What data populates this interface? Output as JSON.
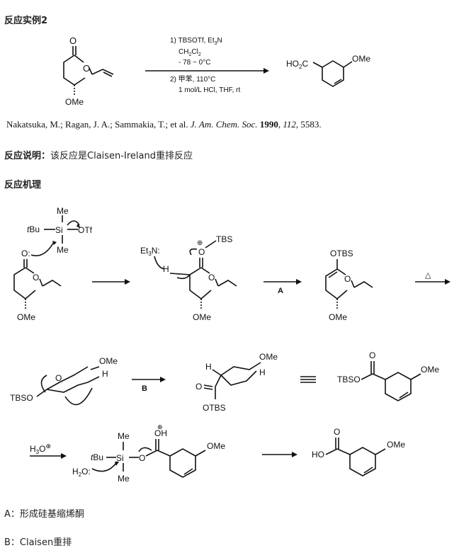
{
  "title1": "反应实例2",
  "conditions": {
    "step1": "1) TBSOTf, Et",
    "step1_sub": "3",
    "step1_tail": "N",
    "solvent": "CH",
    "solvent_sub1": "2",
    "solvent_mid": "Cl",
    "solvent_sub2": "2",
    "temp": "- 78 ~ 0°C",
    "step2": "2) 甲苯, 110°C",
    "step2b": "1 mol/L HCl, THF, rt"
  },
  "reference": {
    "authors": "Nakatsuka, M.; Ragan, J. A.; Sammakia, T.; et al.",
    "journal": "J. Am. Chem. Soc.",
    "year": "1990",
    "volume": "112",
    "page": "5583."
  },
  "description_label": "反应说明：",
  "description_text": "该反应是Claisen-Ireland重排反应",
  "title2": "反应机理",
  "atoms": {
    "ome": "OMe",
    "o": "O",
    "ho2c": "HO",
    "ho2c_sub": "2",
    "ho2c_tail": "C",
    "tbu": "Bu",
    "tbu_pre": "t",
    "si": "Si",
    "me": "Me",
    "otf": "OTf",
    "et3n": "Et",
    "et3n_sub": "3",
    "et3n_tail": "N:",
    "tbs": "TBS",
    "otbs": "OTBS",
    "tbso": "TBSO",
    "h": "H",
    "ho": "HO",
    "oh": "OH",
    "h2o": "H",
    "h2o_sub": "2",
    "h2o_tail": "O:",
    "h3o": "H",
    "h3o_sub": "3",
    "h3o_tail": "O",
    "plus": "⊕",
    "colon_o": "O:",
    "delta": "△"
  },
  "arrow_labels": {
    "a": "A",
    "b": "B"
  },
  "legend": {
    "a": "A：形成硅基缩烯酮",
    "b": "B：Claisen重排"
  }
}
